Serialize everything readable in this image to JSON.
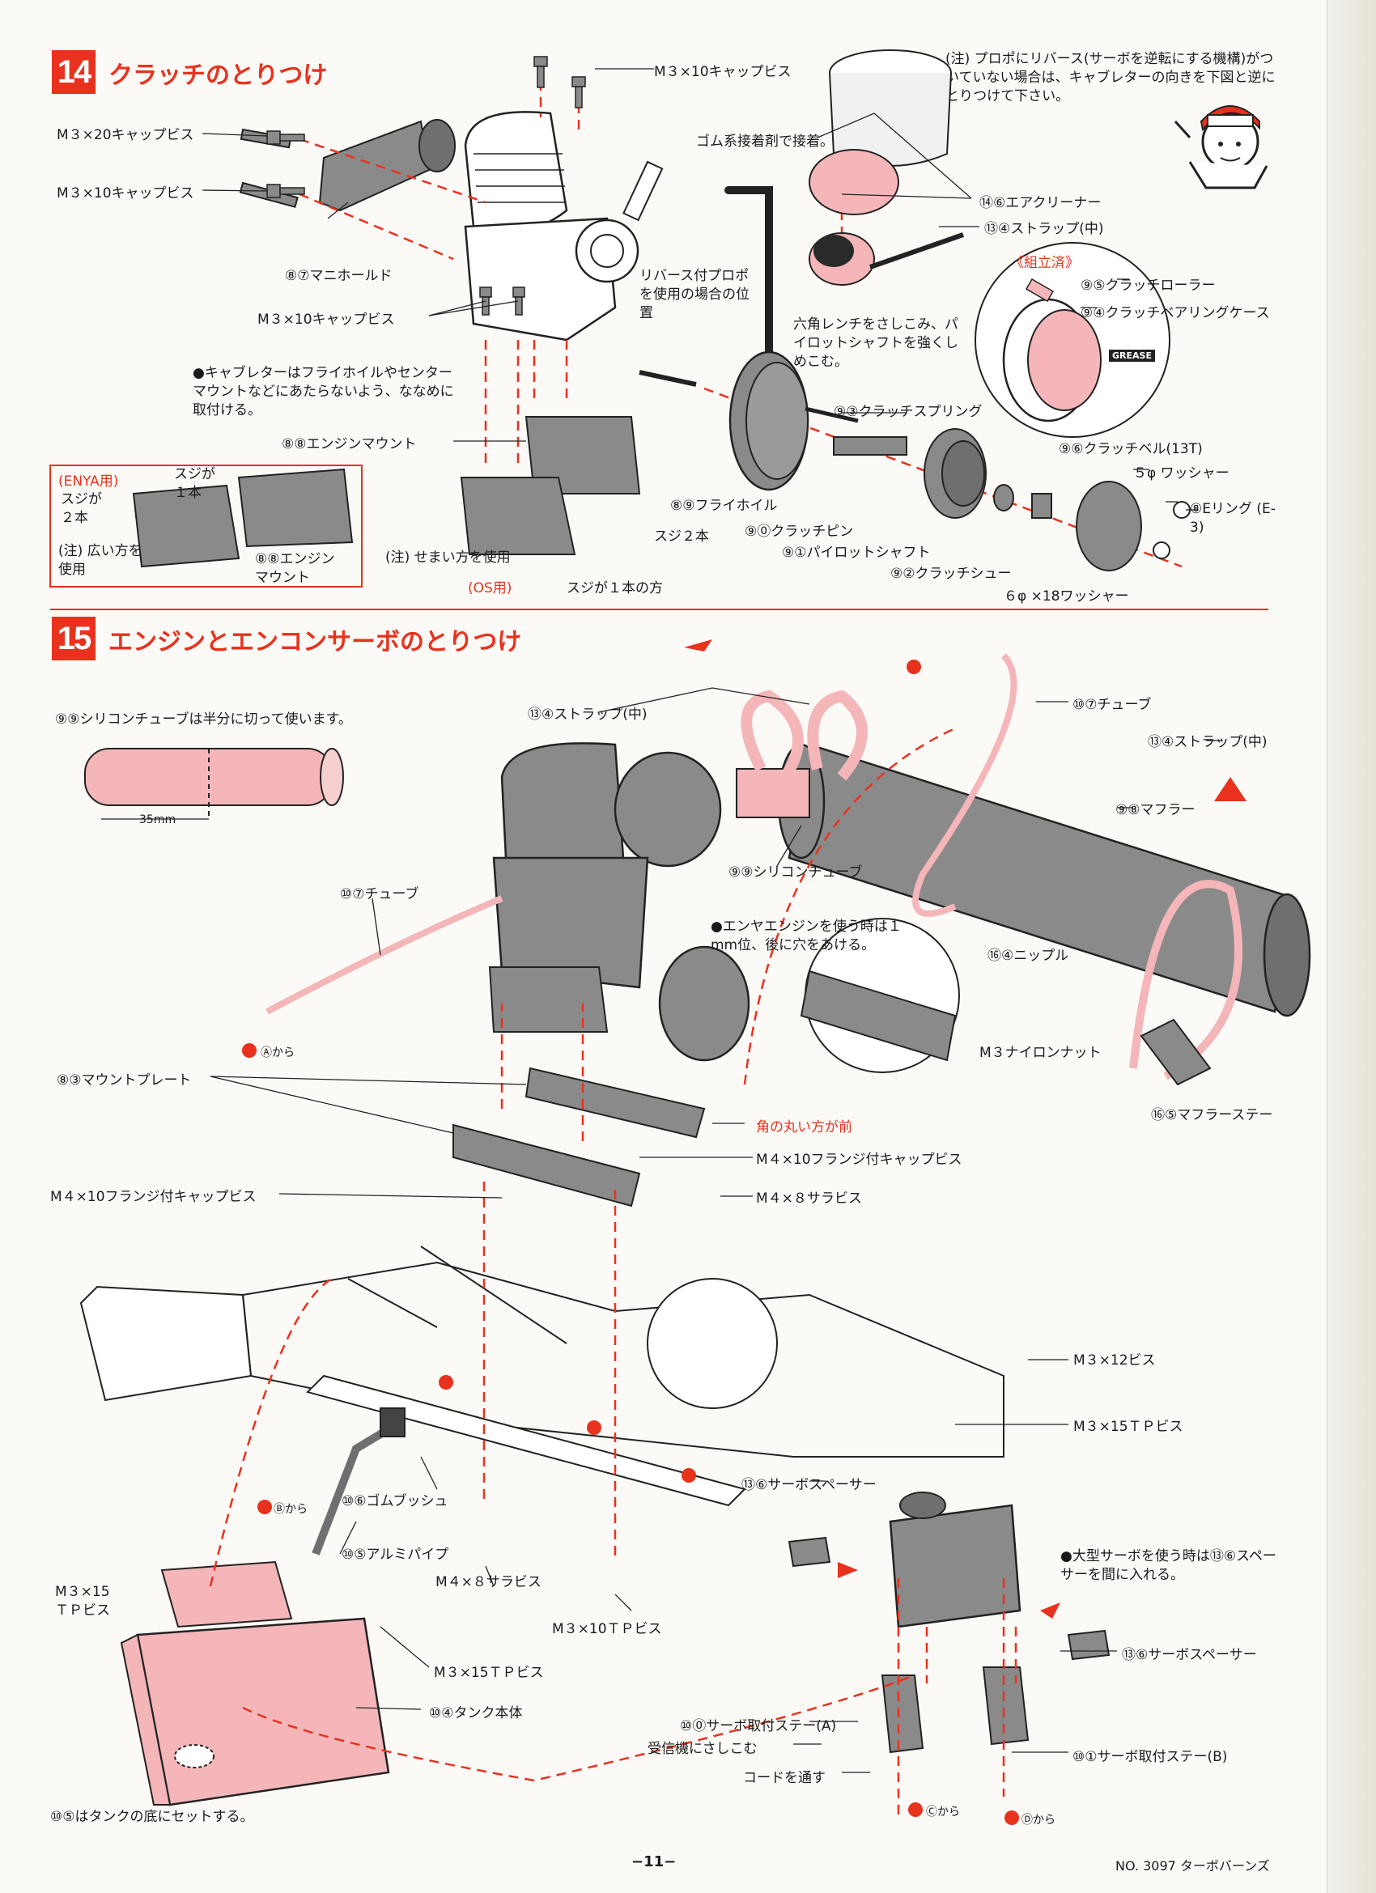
{
  "colors": {
    "accent": "#e8321e",
    "pink": "#f4b6b9",
    "part_gray": "#8a8a8a"
  },
  "step14": {
    "number": "14",
    "title": "クラッチのとりつけ",
    "notice": "(注) プロポにリバース(サーボを逆転にする機構)がついていない場合は、キャブレターの向きを下図と逆にとりつけて下さい。",
    "labels": {
      "screw_m3x10_top": "M３×10キャップビス",
      "screw_m3x20": "M３×20キャップビス",
      "screw_m3x10_left": "M３×10キャップビス",
      "manifold": "⑧⑦マニホールド",
      "screw_m3x10_mid": "M３×10キャップビス",
      "reverse_note": "リバース付プロポを使用の場合の位置",
      "carb_note": "●キャブレターはフライホイルやセンターマウントなどにあたらないよう、ななめに取付ける。",
      "engine_mount": "⑧⑧エンジンマウント",
      "glue_note": "ゴム系接着剤で接着。",
      "air_cleaner": "⑭⑥エアクリーナー",
      "strap_mid": "⑬④ストラップ(中)",
      "assembled": "《組立済》",
      "clutch_roller": "⑨⑤クラッチローラー",
      "clutch_bearing_case": "⑨④クラッチベアリングケース",
      "grease": "GREASE",
      "hex_wrench_note": "六角レンチをさしこみ、パイロットシャフトを強くしめこむ。",
      "clutch_spring": "⑨③クラッチスプリング",
      "clutch_bell": "⑨⑥クラッチベル(13T)",
      "washer_5": "５φ ワッシャー",
      "e_ring": "⑧Eリング (E-3)",
      "flywheel": "⑧⑨フライホイル",
      "clutch_pin": "⑨⓪クラッチピン",
      "pilot_shaft": "⑨①パイロットシャフト",
      "clutch_shoe": "⑨②クラッチシュー",
      "washer_6x18": "６φ ×18ワッシャー",
      "groove2": "スジ２本",
      "os": "(OS用)",
      "groove1": "スジが１本の方",
      "narrow": "(注) せまい方を使用",
      "enya": "(ENYA用)",
      "enya_groove1": "スジが１本",
      "enya_groove2": "スジが２本",
      "enya_wide": "(注) 広い方を使用",
      "enya_mount": "⑧⑧エンジンマウント"
    }
  },
  "step15": {
    "number": "15",
    "title": "エンジンとエンコンサーボのとりつけ",
    "labels": {
      "silicone_note": "⑨⑨シリコンチューブは半分に切って使います。",
      "dim_35": "35mm",
      "strap_mid_a": "⑬④ストラップ(中)",
      "tube_top": "⑩⑦チューブ",
      "strap_mid_b": "⑬④ストラップ(中)",
      "muffler": "⑨⑧マフラー",
      "silicone_tube": "⑨⑨シリコンチューブ",
      "tube_left": "⑩⑦チューブ",
      "enya_note": "●エンヤエンジンを使う時は１mm位、後に穴をあける。",
      "nipple": "⑯④ニップル",
      "nylon_nut": "M３ナイロンナット",
      "muffler_stay": "⑯⑤マフラーステー",
      "from_a": "Ⓐから",
      "mount_plate": "⑧③マウントプレート",
      "round_front": "角の丸い方が前",
      "m4x10_flange_right": "M４×10フランジ付キャップビス",
      "m4x10_flange_left": "M４×10フランジ付キャップビス",
      "m4x8_sara_right": "M４×８サラビス",
      "m3x12": "M３×12ビス",
      "m3x15tp_right": "M３×15ＴＰビス",
      "rubber_bush": "⑩⑥ゴムブッシュ",
      "servo_spacer_top": "⑬⑥サーボスペーサー",
      "from_b": "Ⓑから",
      "alu_pipe": "⑩⑤アルミパイプ",
      "m4x8_sara_center": "M４×８サラビス",
      "large_servo_note": "●大型サーボを使う時は⑬⑥スペーサーを間に入れる。",
      "m3x15tp_left": "M３×15ＴＰビス",
      "m3x10tp": "M３×10ＴＰビス",
      "servo_spacer_right": "⑬⑥サーボスペーサー",
      "m3x15tp_tank": "M３×15ＴＰビス",
      "tank": "⑩④タンク本体",
      "servo_stay_a": "⑩⓪サーボ取付ステー(A)",
      "receiver": "受信機にさしこむ",
      "servo_stay_b": "⑩①サーボ取付ステー(B)",
      "cord": "コードを通す",
      "from_c": "Ⓒから",
      "from_d": "Ⓓから",
      "tank_bottom": "⑩⑤はタンクの底にセットする。"
    }
  },
  "footer": {
    "page": "−11−",
    "model": "NO. 3097 ターボバーンズ"
  }
}
